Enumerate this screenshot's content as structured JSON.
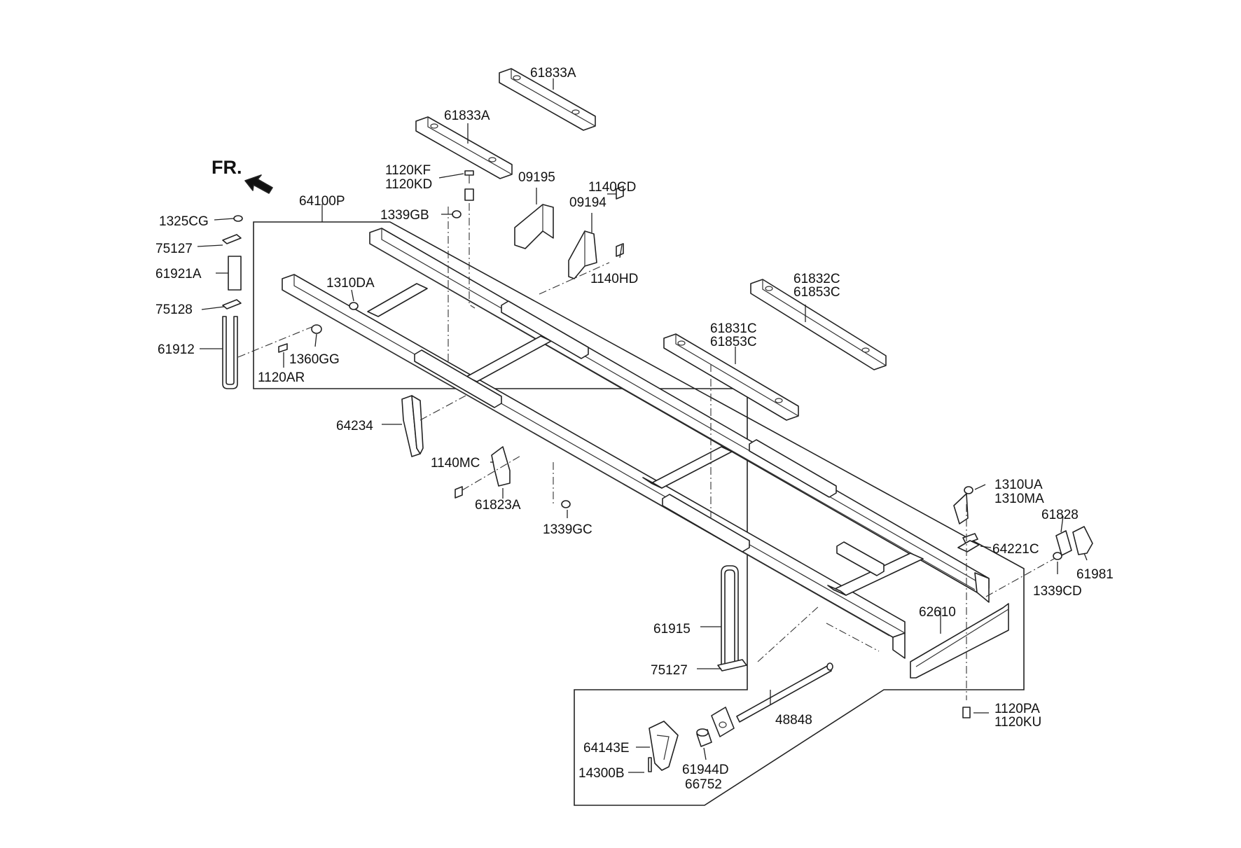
{
  "orientation": {
    "label": "FR.",
    "icon": "front-direction-arrow-icon"
  },
  "parts": {
    "p61833a_top": "61833A",
    "p61833a": "61833A",
    "p1120kf": "1120KF",
    "p1120kd": "1120KD",
    "p09195": "09195",
    "p1140cd": "1140CD",
    "p09194": "09194",
    "p64100p": "64100P",
    "p1325cg": "1325CG",
    "p1339gb": "1339GB",
    "p75127_a": "75127",
    "p61921a": "61921A",
    "p1310da": "1310DA",
    "p1140hd": "1140HD",
    "p75128": "75128",
    "p61832c": "61832C",
    "p61853c_a": "61853C",
    "p61831c": "61831C",
    "p61853c_b": "61853C",
    "p61912": "61912",
    "p1360gg": "1360GG",
    "p1120ar": "1120AR",
    "p64234": "64234",
    "p1140mc": "1140MC",
    "p61823a": "61823A",
    "p1339gc": "1339GC",
    "p1310ua": "1310UA",
    "p1310ma": "1310MA",
    "p61828": "61828",
    "p64221c": "64221C",
    "p61981": "61981",
    "p1339cd": "1339CD",
    "p62610": "62610",
    "p61915": "61915",
    "p75127_b": "75127",
    "p48848": "48848",
    "p1120pa": "1120PA",
    "p1120ku": "1120KU",
    "p64143e": "64143E",
    "p14300b": "14300B",
    "p61944d": "61944D",
    "p66752": "66752"
  }
}
